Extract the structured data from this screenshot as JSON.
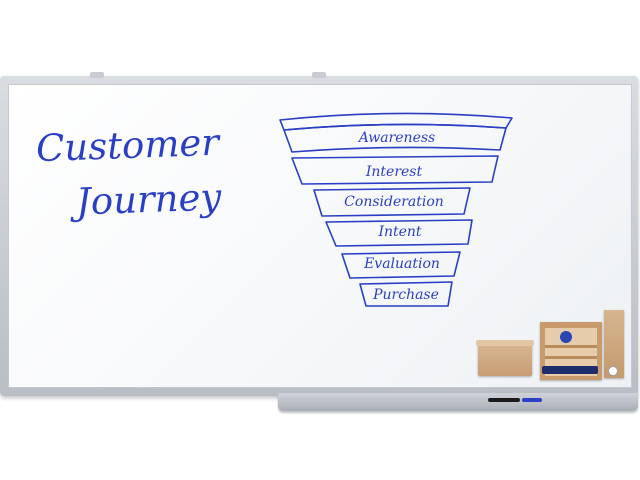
{
  "board": {
    "heading_line1": "Customer",
    "heading_line2": "Journey",
    "ink_color": "#2a3fc4",
    "frame_color": "#c0c5cc",
    "surface_color": "#f7f8fa"
  },
  "funnel": {
    "stages": [
      {
        "label": "Awareness"
      },
      {
        "label": "Interest"
      },
      {
        "label": "Consideration"
      },
      {
        "label": "Intent"
      },
      {
        "label": "Evaluation"
      },
      {
        "label": "Purchase"
      }
    ]
  },
  "accessories": {
    "wood_color": "#c99a6c",
    "accent_color": "#2a45b5"
  }
}
